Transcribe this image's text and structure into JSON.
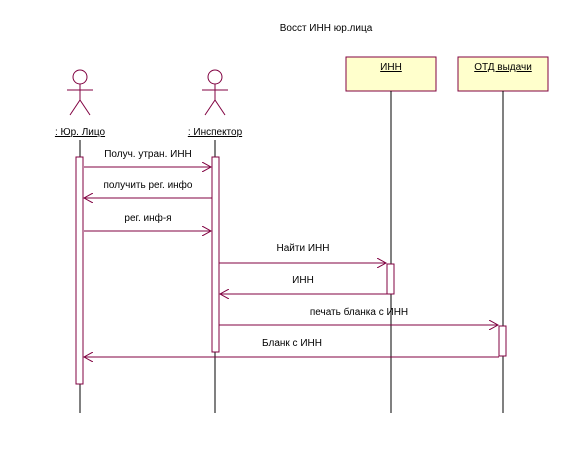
{
  "title": "Восст ИНН юр.лица",
  "colors": {
    "stroke": "#800040",
    "object_fill": "#ffffcc",
    "text": "#000000",
    "lifeline": "#000000"
  },
  "participants": [
    {
      "id": "ul",
      "kind": "actor",
      "label": ": Юр. Лицо"
    },
    {
      "id": "insp",
      "kind": "actor",
      "label": ": Инспектор"
    },
    {
      "id": "inn",
      "kind": "object",
      "label": "ИНН"
    },
    {
      "id": "otd",
      "kind": "object",
      "label": "ОТД выдачи"
    }
  ],
  "messages": [
    {
      "from": "ul",
      "to": "insp",
      "label": "Получ. утран. ИНН"
    },
    {
      "from": "insp",
      "to": "ul",
      "label": "получить рег. инфо"
    },
    {
      "from": "ul",
      "to": "insp",
      "label": "рег. инф-я"
    },
    {
      "from": "insp",
      "to": "inn",
      "label": "Найти ИНН"
    },
    {
      "from": "inn",
      "to": "insp",
      "label": "ИНН"
    },
    {
      "from": "insp",
      "to": "otd",
      "label": "печать бланка с ИНН"
    },
    {
      "from": "otd",
      "to": "ul",
      "label": "Бланк с ИНН"
    }
  ]
}
